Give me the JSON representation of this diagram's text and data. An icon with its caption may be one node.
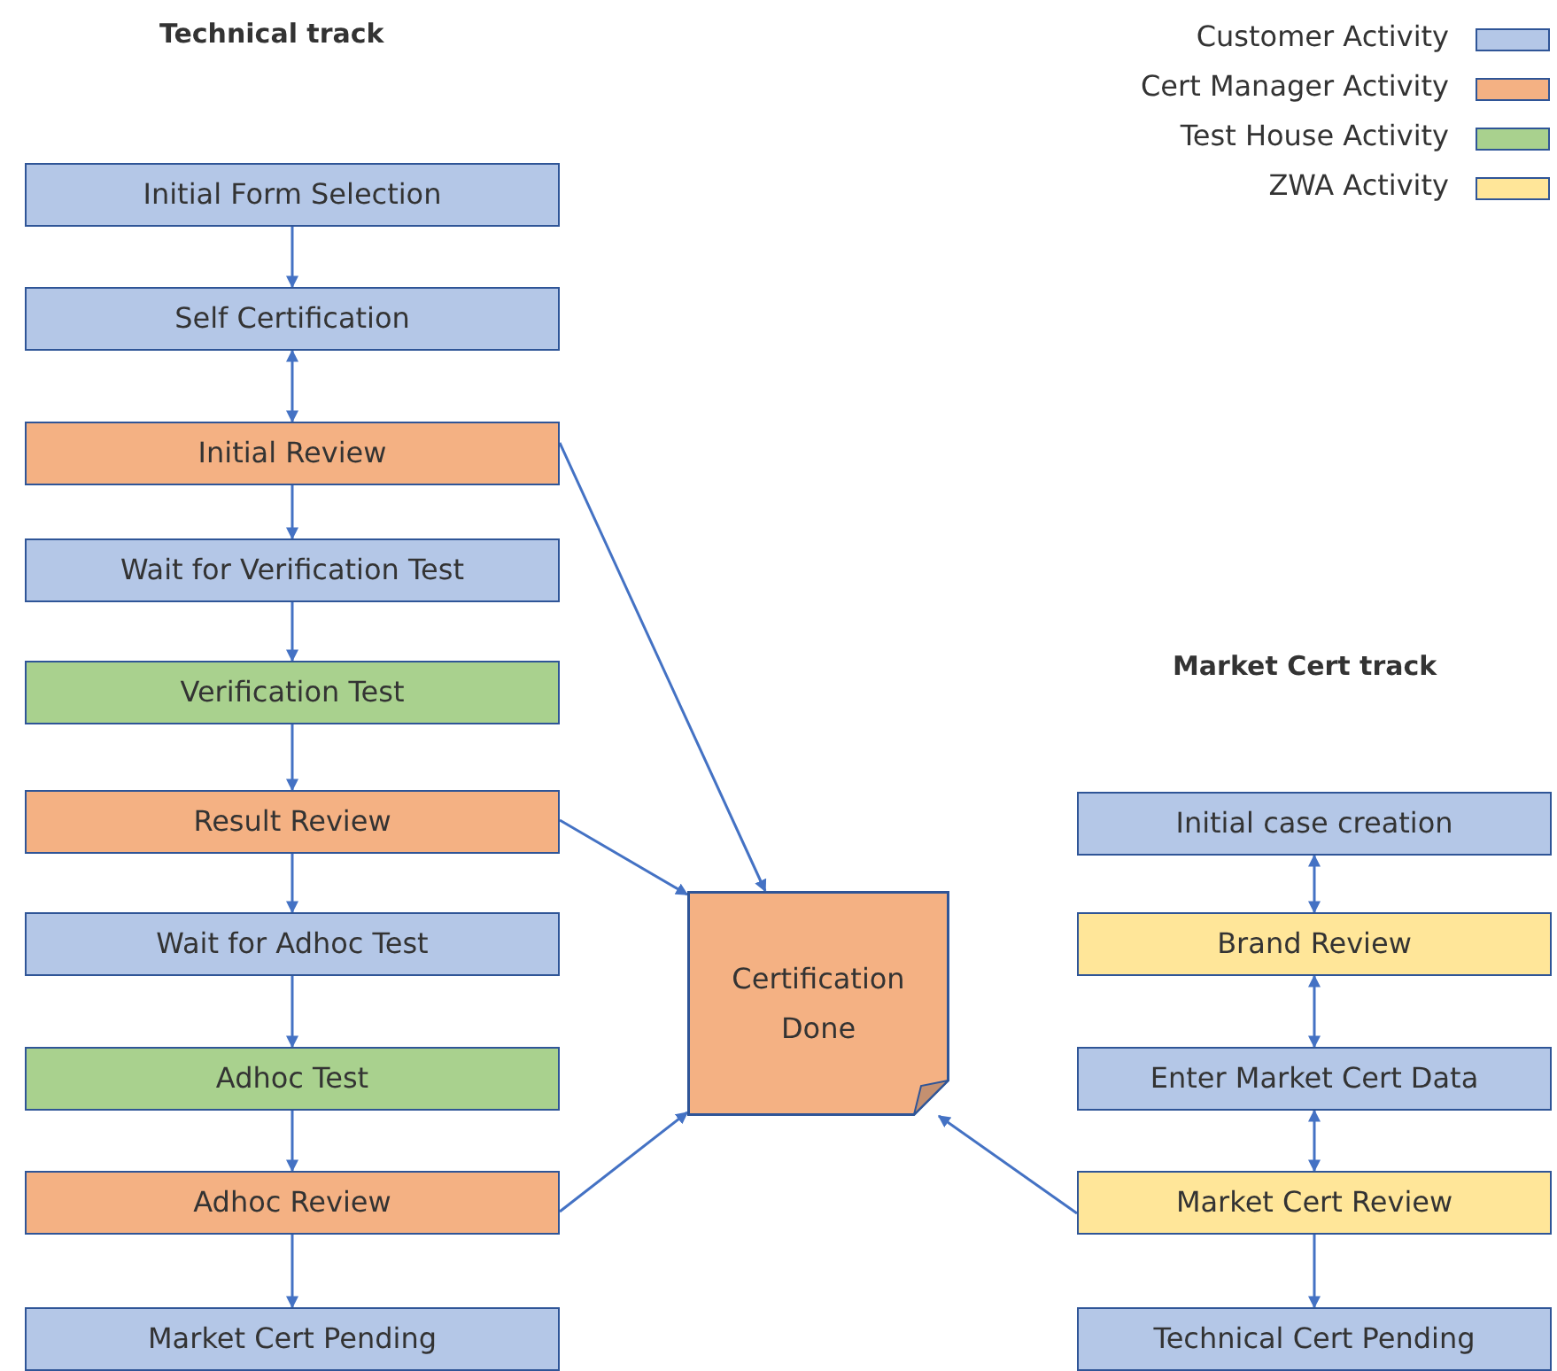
{
  "diagram": {
    "nodes": [
      {
        "text": [
          "Initial Form Selection"
        ]
      },
      {
        "text": [
          "Self Certification"
        ]
      },
      {
        "text": [
          "Initial Review"
        ]
      },
      {
        "text": [
          "Wait for Verification Test"
        ]
      },
      {
        "text": [
          "Verification Test"
        ]
      },
      {
        "text": [
          "Result Review"
        ]
      },
      {
        "text": [
          "Wait for Adhoc Test"
        ]
      },
      {
        "text": [
          "Adhoc Test"
        ]
      },
      {
        "text": [
          "Adhoc Review"
        ]
      },
      {
        "text": [
          "Market Cert Pending"
        ]
      },
      {
        "text": [
          "Certification Done"
        ]
      },
      {
        "text": [
          "Initial case creation"
        ]
      },
      {
        "text": [
          "Brand Review"
        ]
      },
      {
        "text": [
          "Enter Market Cert Data"
        ]
      },
      {
        "text": [
          "Market Cert Review"
        ]
      },
      {
        "text": [
          "Technical Cert Pending"
        ]
      }
    ],
    "edges": [
      {
        "from": 0,
        "to": 1,
        "arrow": "to"
      },
      {
        "from": 1,
        "to": 2,
        "arrow": "both"
      },
      {
        "from": 2,
        "to": 3,
        "arrow": "to"
      },
      {
        "from": 3,
        "to": 4,
        "arrow": "to"
      },
      {
        "from": 4,
        "to": 5,
        "arrow": "to"
      },
      {
        "from": 5,
        "to": 6,
        "arrow": "to"
      },
      {
        "from": 6,
        "to": 7,
        "arrow": "to"
      },
      {
        "from": 7,
        "to": 8,
        "arrow": "to"
      },
      {
        "from": 8,
        "to": 9,
        "arrow": "to"
      },
      {
        "from": 2,
        "to": 10,
        "arrow": "to"
      },
      {
        "from": 5,
        "to": 10,
        "arrow": "to"
      },
      {
        "from": 8,
        "to": 10,
        "arrow": "to"
      },
      {
        "from": 11,
        "to": 12,
        "arrow": "both"
      },
      {
        "from": 12,
        "to": 13,
        "arrow": "both"
      },
      {
        "from": 13,
        "to": 14,
        "arrow": "both"
      },
      {
        "from": 14,
        "to": 15,
        "arrow": "to"
      },
      {
        "from": 14,
        "to": 10,
        "arrow": "to"
      }
    ],
    "labels": [
      "Technical track",
      "Market Cert track"
    ],
    "legend": [
      {
        "text": "Customer Activity",
        "color": "#b4c7e7"
      },
      {
        "text": "Cert Manager Activity",
        "color": "#f4b183"
      },
      {
        "text": "Test House Activity",
        "color": "#a9d18e"
      },
      {
        "text": "ZWA Activity",
        "color": "#ffe699"
      }
    ]
  }
}
